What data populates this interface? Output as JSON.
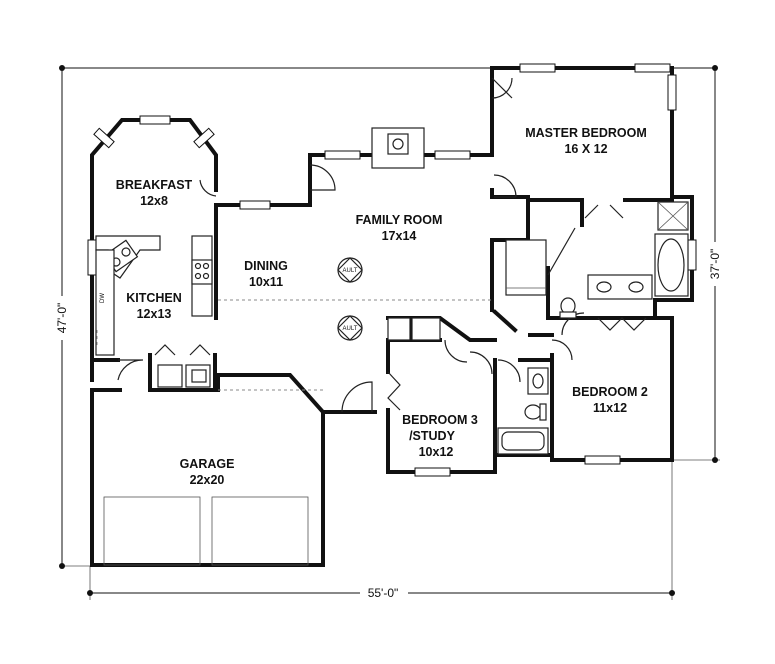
{
  "rooms": {
    "master_bedroom": {
      "name": "MASTER BEDROOM",
      "size": "16 X 12"
    },
    "family_room": {
      "name": "FAMILY ROOM",
      "size": "17x14"
    },
    "breakfast": {
      "name": "BREAKFAST",
      "size": "12x8"
    },
    "dining": {
      "name": "DINING",
      "size": "10x11"
    },
    "kitchen": {
      "name": "KITCHEN",
      "size": "12x13"
    },
    "bedroom_2": {
      "name": "BEDROOM 2",
      "size": "11x12"
    },
    "bedroom_3": {
      "name": "BEDROOM 3",
      "name_line2": "/STUDY",
      "size": "10x12"
    },
    "garage": {
      "name": "GARAGE",
      "size": "22x20"
    }
  },
  "dimensions": {
    "overall_width": "55'-0\"",
    "left_depth": "47'-0\"",
    "right_depth": "37'-0\""
  },
  "symbols": {
    "attic_access": "AULT",
    "dishwasher": "DW"
  }
}
